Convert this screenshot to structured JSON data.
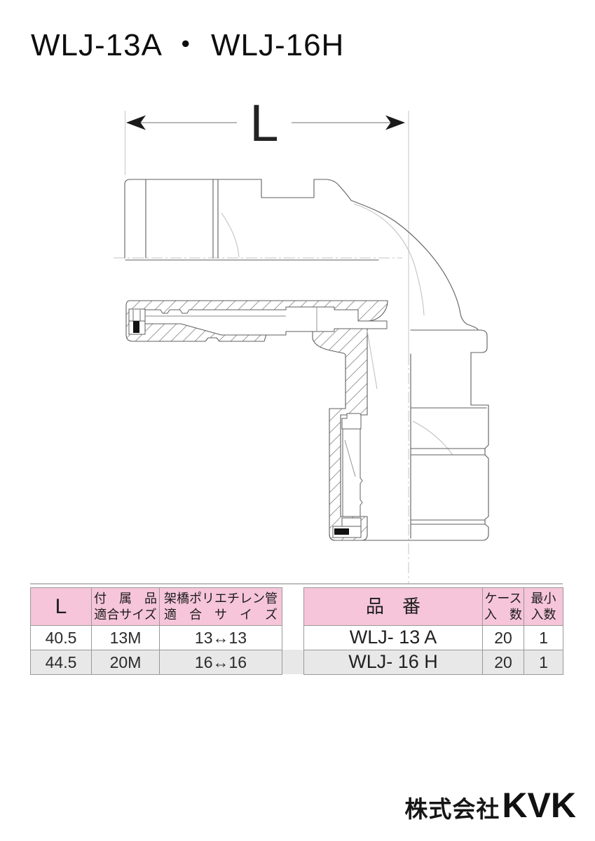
{
  "page": {
    "title": "WLJ-13A ・ WLJ-16H"
  },
  "drawing": {
    "dim_label": "L"
  },
  "spec_table": {
    "col_l_header": "L",
    "col_attach_header_line1": "付　属　品",
    "col_attach_header_line2": "適合サイズ",
    "col_pipe_header_line1": "架橋ポリエチレン管",
    "col_pipe_header_line2": "適　合　サ　イ　ズ",
    "rows": [
      {
        "l": "40.5",
        "attach_size": "13M",
        "pipe_size": "13↔13"
      },
      {
        "l": "44.5",
        "attach_size": "20M",
        "pipe_size": "16↔16"
      }
    ]
  },
  "product_table": {
    "col_model_header": "品　番",
    "col_case_header_line1": "ケース",
    "col_case_header_line2": "入　数",
    "col_min_header_line1": "最小",
    "col_min_header_line2": "入数",
    "rows": [
      {
        "model": "WLJ- 13 A",
        "case_qty": "20",
        "min_qty": "1"
      },
      {
        "model": "WLJ- 16 H",
        "case_qty": "20",
        "min_qty": "1"
      }
    ]
  },
  "footer": {
    "company": "株式会社",
    "brand": "KVK"
  },
  "colors": {
    "header_pink": "#f6c5d9",
    "row_gray": "#e8e8e8",
    "border_gray": "#999999",
    "line_dark": "#5f5f5f",
    "line_light": "#bdbdbd",
    "seal_black": "#111111"
  }
}
